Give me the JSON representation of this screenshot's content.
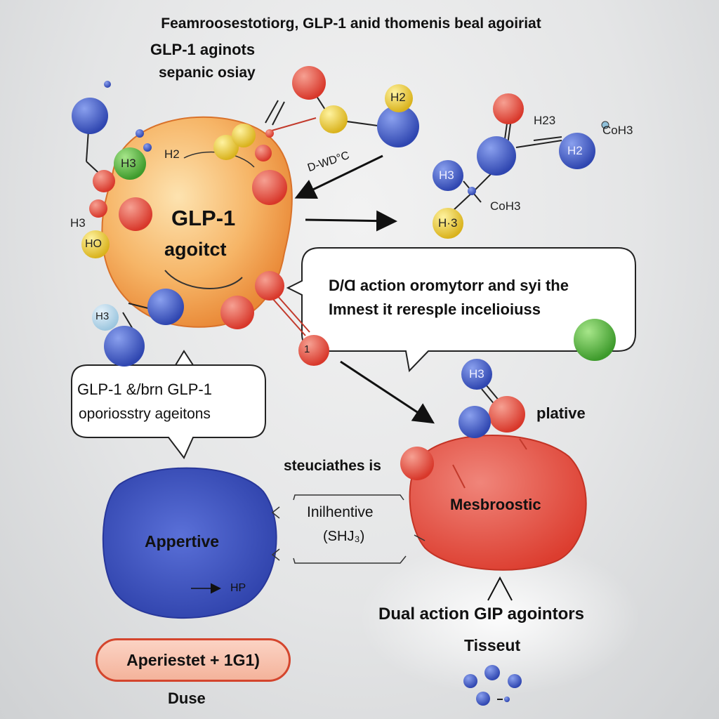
{
  "header": {
    "line1": "Feamroosestotiorg, GLP-1 anid thomenis beal agoiriat",
    "line2": "GLP-1 aginots",
    "line3": "sepanic osiay"
  },
  "big_cell": {
    "line1": "GLP-1",
    "line2": "agoitct"
  },
  "arrow_label": "D-WD°C",
  "bubble_action": {
    "line1": "D/Ɑ action oromytorr and syi the",
    "line2": "Imnest  it rerespIe incelioiuss"
  },
  "bubble_left": {
    "line1": "GLP-1 &/brn GLP-1",
    "line2": "oporiosstry ageitons"
  },
  "appertive_cell": {
    "label": "Appertive",
    "sub": "HP"
  },
  "mesbroostic_cell": {
    "label": "Mesbroostic"
  },
  "inilhentive": {
    "line1": "Inilhentive",
    "line2": "(SHJ₃)"
  },
  "labels": {
    "steuciathes": "steuciathes is",
    "plative": "plative",
    "dual_action": "Dual  action GIP agointors",
    "tisseut": "Tisseut",
    "duse": "Duse"
  },
  "pill": {
    "label": "Aperiestet + 1G1)"
  },
  "molecule_labels": {
    "h3_green": "H3",
    "h2_top": "H2",
    "h3_left": "H3",
    "ho": "HO",
    "h3_small": "H3",
    "h2_yellow": "H2",
    "h23": "H23",
    "coh3_top": "CoH3",
    "h2_right": "H2",
    "h3_right": "H3",
    "coh3_mid": "CoH3",
    "h3_yellow": "H·3",
    "h3_cell": "H3",
    "one": "1"
  },
  "colors": {
    "red": "#e0483a",
    "blue": "#3d55b8",
    "yellow": "#e5c531",
    "green": "#4caf3a",
    "orange_cell": "#f3a04e",
    "mesbroostic": "#e2543f",
    "appertive": "#3b4fbf"
  }
}
